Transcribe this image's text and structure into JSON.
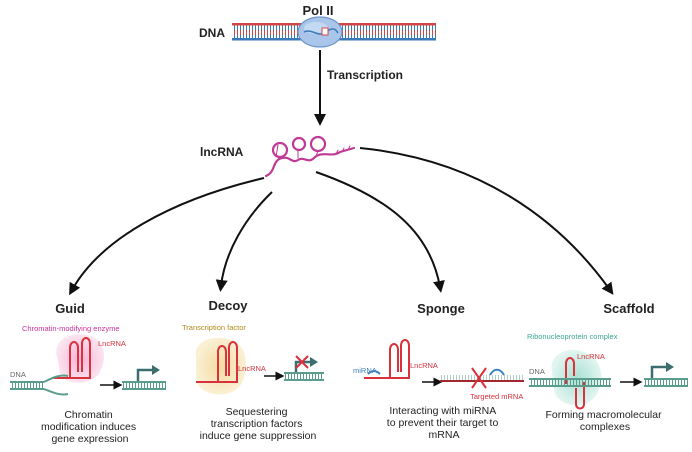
{
  "top": {
    "polymerase": "Pol II",
    "dna": "DNA",
    "step": "Transcription",
    "product": "lncRNA"
  },
  "mechanisms": [
    {
      "title": "Guid",
      "factor": "Chromatin-modifying enzyme",
      "rna": "LncRNA",
      "strand": "DNA",
      "caption": [
        "Chromatin",
        "modification induces",
        "gene expression"
      ]
    },
    {
      "title": "Decoy",
      "factor": "Transcription factor",
      "rna": "LncRNA",
      "caption": [
        "Sequestering",
        "transcription factors",
        "induce gene suppression"
      ]
    },
    {
      "title": "Sponge",
      "mirna": "miRNA",
      "rna": "LncRNA",
      "target": "Targeted mRNA",
      "caption": [
        "Interacting with miRNA",
        "to prevent  their target to",
        "mRNA"
      ]
    },
    {
      "title": "Scaffold",
      "factor": "Ribonucleoprotein complex",
      "rna": "LncRNA",
      "strand": "DNA",
      "caption": [
        "Forming macromolecular",
        "complexes"
      ]
    }
  ],
  "colors": {
    "dna_top": "#d64545",
    "dna_bottom": "#3a7ab8",
    "rna": "#c03a93",
    "lncrna_red": "#d8323c",
    "enzyme": "#cc3399",
    "tf": "#c9a227",
    "mirna": "#3b82c4",
    "rnp": "#3aa693"
  }
}
